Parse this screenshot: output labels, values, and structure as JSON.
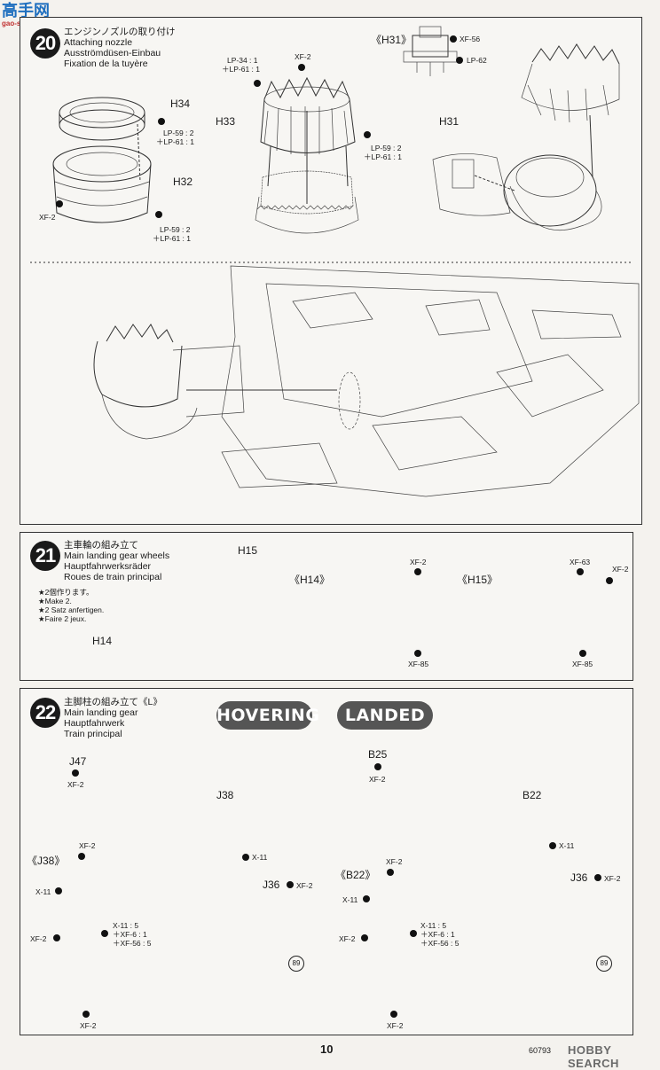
{
  "watermark": {
    "top": "高手网",
    "bottom": "gao-shou.com"
  },
  "step20": {
    "num": "20",
    "title_jp": "エンジンノズルの取り付け",
    "title_en": "Attaching nozzle",
    "title_de": "Ausströmdüsen-Einbau",
    "title_fr": "Fixation de la tuyère",
    "part_h34": "H34",
    "part_h32": "H32",
    "part_h33": "H33",
    "part_h31": "H31",
    "part_h31_inset": "《H31》",
    "paint_lp59_a": "LP-59 : 2",
    "paint_lp61_a": "＋LP-61 : 1",
    "paint_lp59_b": "LP-59 : 2",
    "paint_lp61_b": "＋LP-61 : 1",
    "paint_lp59_c": "LP-59 : 2",
    "paint_lp61_c": "＋LP-61 : 1",
    "paint_lp34": "LP-34 : 1",
    "paint_lp61_d": "＋LP-61 : 1",
    "paint_xf2_top": "XF-2",
    "paint_xf2_left": "XF-2",
    "paint_xf56": "XF-56",
    "paint_lp62": "LP-62"
  },
  "step21": {
    "num": "21",
    "title_jp": "主車輪の組み立て",
    "title_en": "Main landing gear wheels",
    "title_de": "Hauptfahrwerksräder",
    "title_fr": "Roues de train principal",
    "note_jp": "★2個作ります。",
    "note_en": "★Make 2.",
    "note_de": "★2 Satz anfertigen.",
    "note_fr": "★Faire 2 jeux.",
    "part_h15": "H15",
    "part_h14": "H14",
    "inset_h14": "《H14》",
    "inset_h15": "《H15》",
    "paint_xf2_a": "XF-2",
    "paint_xf85_a": "XF-85",
    "paint_xf63": "XF-63",
    "paint_xf2_b": "XF-2",
    "paint_xf85_b": "XF-85"
  },
  "step22": {
    "num": "22",
    "title_jp": "主脚柱の組み立て《L》",
    "title_en": "Main landing gear",
    "title_de": "Hauptfahrwerk",
    "title_fr": "Train principal",
    "hovering": "HOVERING",
    "landed": "LANDED",
    "part_j47": "J47",
    "part_j38": "J38",
    "part_j36": "J36",
    "inset_j38": "《J38》",
    "part_b25": "B25",
    "part_b22": "B22",
    "part_j36_b": "J36",
    "inset_b22": "《B22》",
    "xf2": "XF-2",
    "x11": "X-11",
    "mix_x11": "X-11 : 5",
    "mix_xf6": "＋XF-6 : 1",
    "mix_xf56": "＋XF-56 : 5",
    "ref_89": "89"
  },
  "footer": {
    "page": "10",
    "code": "60793",
    "logo": "HOBBY SEARCH"
  }
}
